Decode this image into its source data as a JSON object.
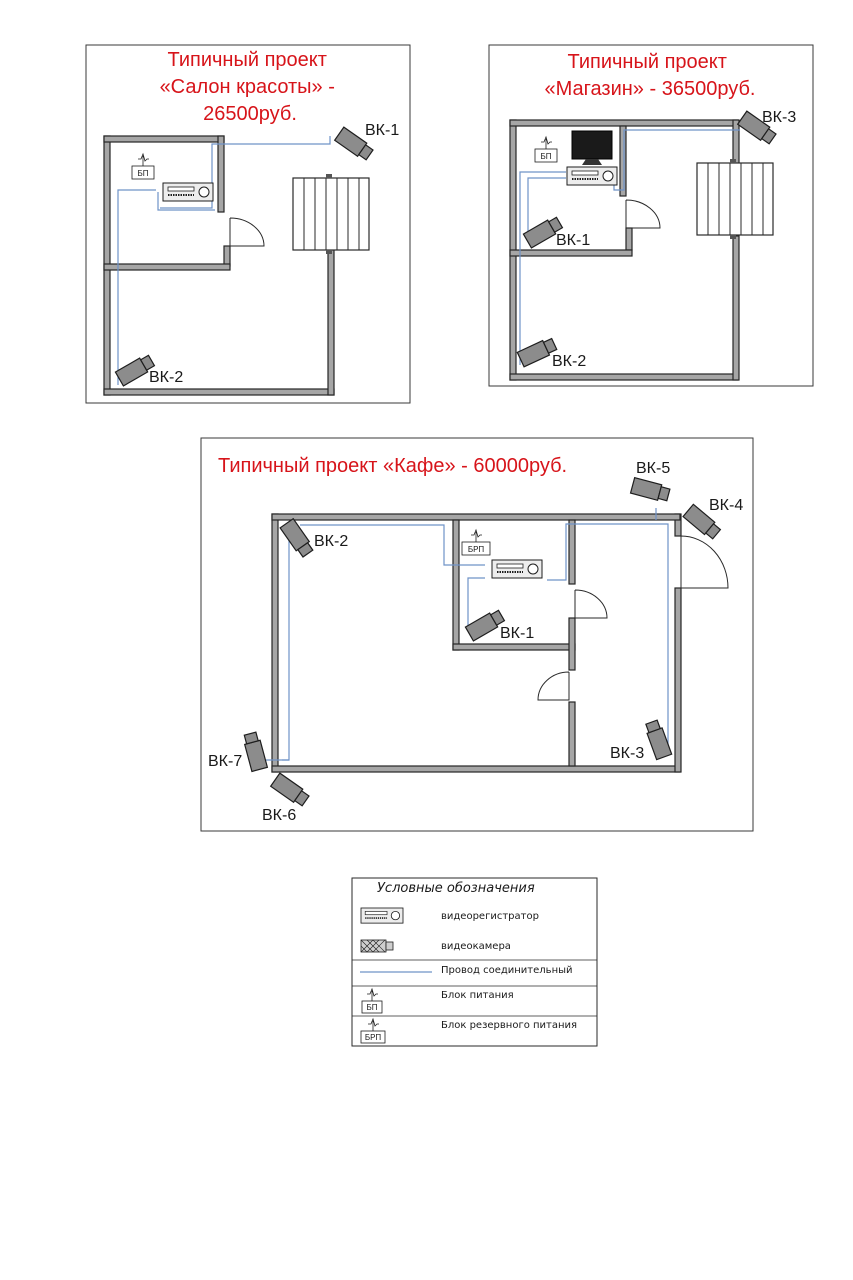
{
  "projects": {
    "salon": {
      "title_lines": [
        "Типичный проект",
        "«Салон красоты» -",
        "26500руб."
      ],
      "psu": "БП",
      "cameras": [
        "ВК-1",
        "ВК-2"
      ]
    },
    "shop": {
      "title_lines": [
        "Типичный проект",
        "«Магазин» - 36500руб."
      ],
      "psu": "БП",
      "cameras": [
        "ВК-3",
        "ВК-1",
        "ВК-2"
      ]
    },
    "cafe": {
      "title": "Типичный проект «Кафе» - 60000руб.",
      "psu": "БРП",
      "cameras": [
        "ВК-5",
        "ВК-4",
        "ВК-2",
        "ВК-1",
        "ВК-3",
        "ВК-7",
        "ВК-6"
      ]
    }
  },
  "legend": {
    "title": "Условные обозначения",
    "items": [
      {
        "label": "видеорегистратор",
        "icon": "dvr-icon"
      },
      {
        "label": "видеокамера",
        "icon": "camera-icon"
      },
      {
        "label": "Провод соединительный",
        "icon": "wire-icon"
      },
      {
        "label": "Блок питания",
        "icon": "psu-icon",
        "tag": "БП"
      },
      {
        "label": "Блок резервного питания",
        "icon": "backup-psu-icon",
        "tag": "БРП"
      }
    ]
  },
  "colors": {
    "title": "#d7141a",
    "wall": "#a6a6a6",
    "wire": "#6f93c8"
  }
}
